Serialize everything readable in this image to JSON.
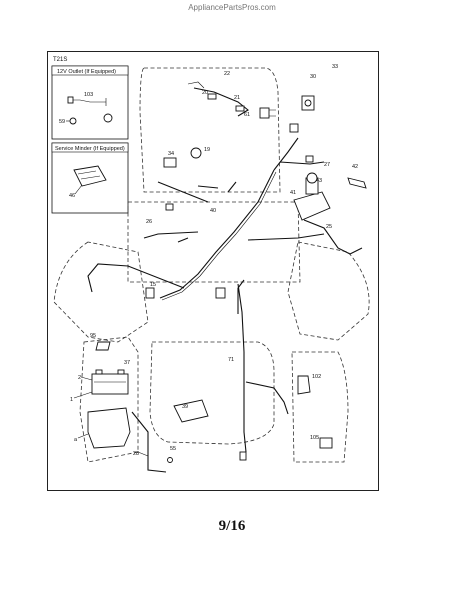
{
  "header": {
    "site": "AppliancePartsPros.com"
  },
  "diagram": {
    "id": "T21S",
    "inset_outlet_title": "12V Outlet (If Equipped)",
    "inset_service_title": "Service Minder (If Equipped)",
    "callouts": {
      "c22": "22",
      "c30": "30",
      "c33": "33",
      "c103": "103",
      "c20": "20",
      "c21": "21",
      "c59": "59",
      "c61": "61",
      "c34": "34",
      "c19": "19",
      "c46": "46",
      "c27": "27",
      "c42": "42",
      "c26": "26",
      "c40": "40",
      "c41": "41",
      "c43": "43",
      "c25": "25",
      "c15": "15",
      "c95": "95",
      "c37": "37",
      "c2": "2",
      "c1": "1",
      "c71": "71",
      "c102": "102",
      "c39": "39",
      "ca": "a",
      "c28": "28",
      "c55": "55",
      "c105": "105"
    }
  },
  "footer": {
    "page": "9/16"
  }
}
